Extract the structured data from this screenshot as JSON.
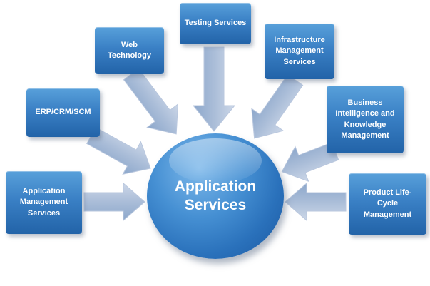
{
  "diagram": {
    "center": {
      "label": "Application Services"
    },
    "nodes": [
      {
        "label": "Application Management Services"
      },
      {
        "label": "ERP/CRM/SCM"
      },
      {
        "label": "Web Technology"
      },
      {
        "label": "Testing Services"
      },
      {
        "label": "Infrastructure Management Services"
      },
      {
        "label": "Business Intelligence and Knowledge Management"
      },
      {
        "label": "Product Life-Cycle Management"
      }
    ],
    "colors": {
      "box_gradient_top": "#58a0da",
      "box_gradient_bottom": "#2263a8",
      "circle_highlight": "#7db8ea",
      "circle_shadow": "#1a57a0",
      "arrow_light": "#ccd7e8",
      "arrow_dark": "#8ca7cb",
      "text": "#ffffff",
      "background": "#ffffff"
    }
  }
}
